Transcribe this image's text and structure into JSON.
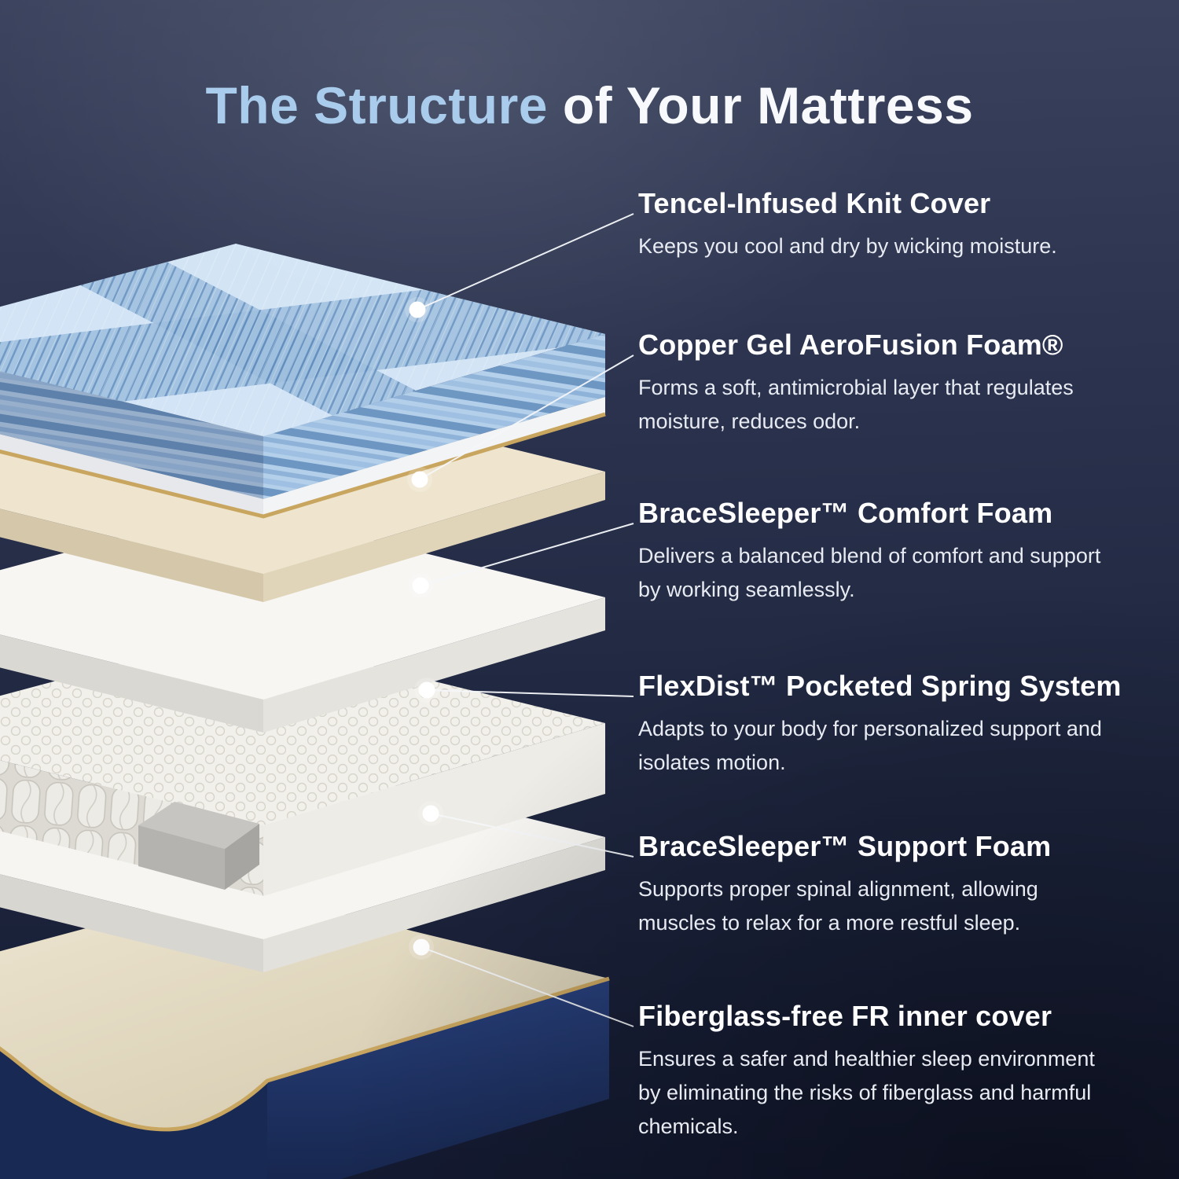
{
  "title": {
    "highlight": "The Structure",
    "rest": " of Your Mattress"
  },
  "callouts": [
    {
      "heading": "Tencel-Infused Knit Cover",
      "description": "Keeps you cool and dry by wicking moisture."
    },
    {
      "heading": "Copper Gel AeroFusion Foam®",
      "description": "Forms a soft, antimicrobial layer that regulates moisture, reduces odor."
    },
    {
      "heading": "BraceSleeper™ Comfort Foam",
      "description": "Delivers a balanced blend of comfort and support by working seamlessly."
    },
    {
      "heading": "FlexDist™ Pocketed Spring System",
      "description": "Adapts to your body for personalized support and isolates motion."
    },
    {
      "heading": "BraceSleeper™ Support Foam",
      "description": "Supports proper spinal alignment, allowing muscles to relax for a more restful sleep."
    },
    {
      "heading": "Fiberglass-free FR inner cover",
      "description": "Ensures a safer and healthier sleep environment by eliminating the risks of fiberglass and harmful chemicals."
    }
  ],
  "colors": {
    "background_top": "#3b435e",
    "background_bottom": "#131930",
    "title_highlight": "#a9cbec",
    "title_rest": "#f7f9fc",
    "heading_text": "#ffffff",
    "description_text": "#e8ebf2",
    "leader_line": "#f5f7fa",
    "cover_blue": "#d2e4f5",
    "foam_cream": "#efe5cf",
    "foam_white": "#f7f6f3",
    "base_navy": "#1e3468",
    "piping_gold": "#c9a660"
  }
}
